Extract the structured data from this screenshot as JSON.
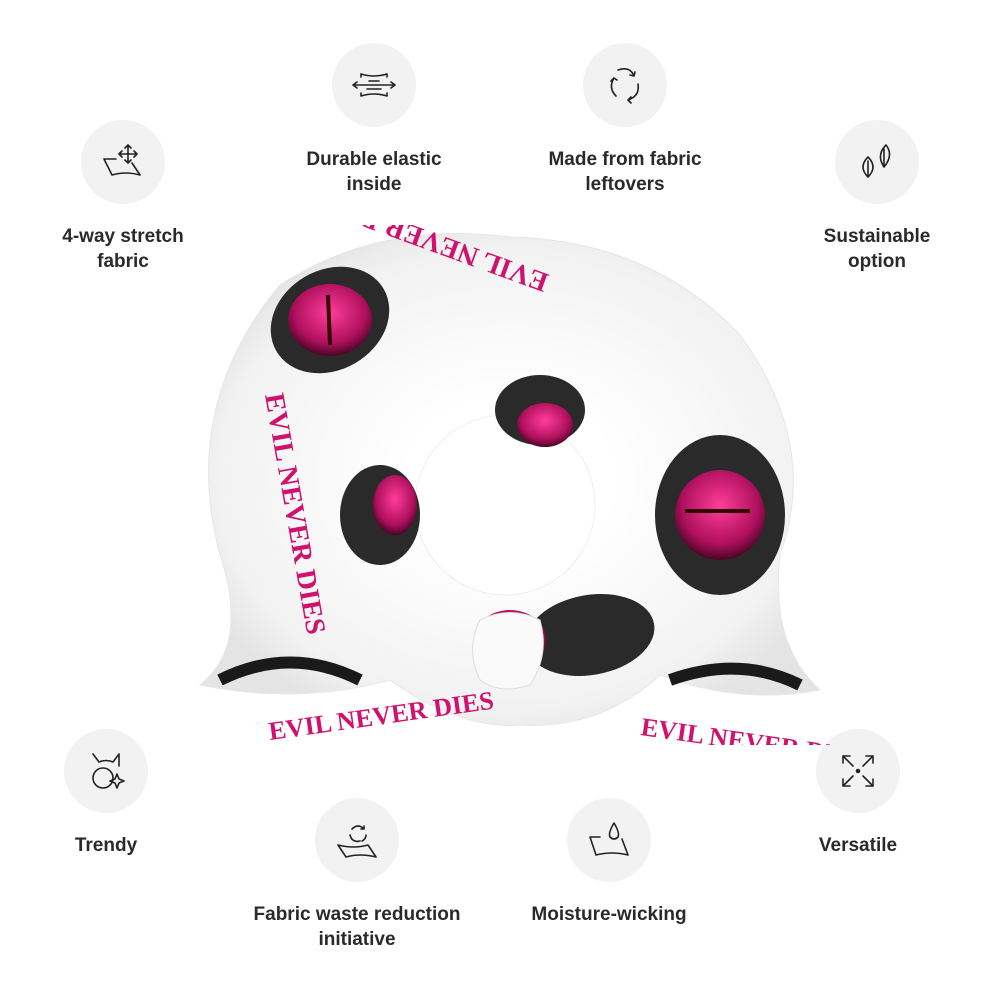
{
  "features": [
    {
      "label": "4-way stretch\nfabric",
      "icon": "stretch-icon"
    },
    {
      "label": "Durable elastic\ninside",
      "icon": "elastic-icon"
    },
    {
      "label": "Made from fabric\nleftovers",
      "icon": "recycle-icon"
    },
    {
      "label": "Sustainable\noption",
      "icon": "leaves-icon"
    },
    {
      "label": "Trendy",
      "icon": "cat-sparkle-icon"
    },
    {
      "label": "Fabric waste reduction\ninitiative",
      "icon": "fabric-recycle-icon"
    },
    {
      "label": "Moisture-wicking",
      "icon": "droplet-fabric-icon"
    },
    {
      "label": "Versatile",
      "icon": "expand-arrows-icon"
    }
  ],
  "product": {
    "print_text": "EVIL NEVER DIES",
    "colors": {
      "accent": "#d0116e",
      "fabric": "#ffffff",
      "lash": "#1a1a1a"
    }
  }
}
